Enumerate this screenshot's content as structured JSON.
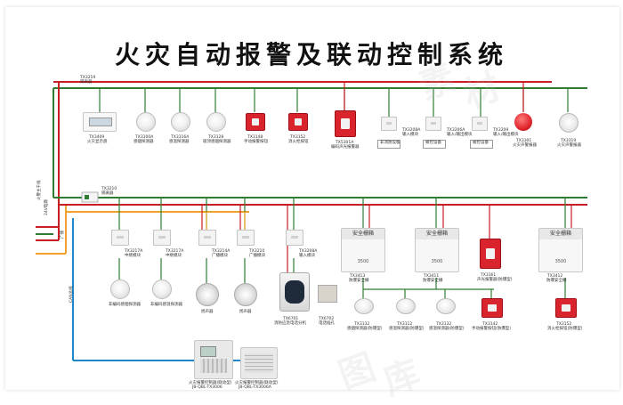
{
  "title": "火灾自动报警及联动控制系统",
  "bus": {
    "top_code": "TX3219",
    "top_name": "隔离器",
    "mid_code": "TX3210",
    "mid_name": "隔离器"
  },
  "top_devices": [
    {
      "code": "TX3409",
      "name": "火灾显示盘"
    },
    {
      "code": "TX3100A",
      "name": "感烟探测器"
    },
    {
      "code": "TX3116A",
      "name": "感温探测器"
    },
    {
      "code": "TX3128",
      "name": "吸顶感烟探测器"
    },
    {
      "code": "TX3148",
      "name": "手动报警按钮"
    },
    {
      "code": "TX3152",
      "name": "消火栓按钮"
    },
    {
      "code": "TX5301A",
      "name": "编码声光报警器"
    },
    {
      "code": "",
      "name": "非消防设备"
    },
    {
      "code": "TX3208A",
      "name": "输入模块"
    },
    {
      "code": "",
      "name": "被控设备"
    },
    {
      "code": "TX3206A",
      "name": "输入/输出模块"
    },
    {
      "code": "",
      "name": "被控设备"
    },
    {
      "code": "TX3209",
      "name": "输入/输出模块"
    },
    {
      "code": "TX3301",
      "name": "火灾声警报器"
    },
    {
      "code": "TX3319",
      "name": "火灾声警报器"
    }
  ],
  "left_labels": [
    "火警主干线",
    "24V电源",
    "广播",
    "CAN总线"
  ],
  "lower_modules": [
    {
      "code": "TX3217A",
      "name": "中继模块"
    },
    {
      "code": "TX3217A",
      "name": "中继模块"
    },
    {
      "code": "TX3214A",
      "name": "广播模块"
    },
    {
      "code": "TX3210",
      "name": "广播模块"
    },
    {
      "code": "TX3208A",
      "name": "输入模块"
    }
  ],
  "lower_devices": [
    {
      "code": "",
      "name": "非编码感烟探测器"
    },
    {
      "code": "",
      "name": "非编码感温探测器"
    },
    {
      "code": "",
      "name": "扬声器"
    },
    {
      "code": "",
      "name": "扬声器"
    },
    {
      "code": "TX6701",
      "name": "消防应急电话分机"
    },
    {
      "code": "TX6702",
      "name": "电话插孔"
    }
  ],
  "safety_boxes": [
    {
      "head": "安全栅箱",
      "sub": "3500",
      "code": "TX3413",
      "name": "防爆安全栅"
    },
    {
      "head": "安全栅箱",
      "sub": "3500",
      "code": "TX3411",
      "name": "防爆安全栅"
    },
    {
      "head": "安全栅箱",
      "sub": "3500",
      "code": "TX3412",
      "name": "防爆安全栅"
    }
  ],
  "ex_devices": [
    {
      "code": "TX3132",
      "name": "感烟探测器(防爆型)"
    },
    {
      "code": "TX3112",
      "name": "感温探测器(防爆型)"
    },
    {
      "code": "TX3132",
      "name": "感温探测器(防爆型)"
    },
    {
      "code": "TX3142",
      "name": "手动报警按钮(防爆型)"
    },
    {
      "code": "TX3161",
      "name": "声光报警器(防爆型)"
    },
    {
      "code": "TX3152",
      "name": "消火栓按钮(防爆型)"
    }
  ],
  "controllers": [
    {
      "name": "火灾报警控制器(联动型)",
      "model": "JB-QBL-TX3006"
    },
    {
      "name": "火灾报警控制器(联动型)",
      "model": "JB-QBL-TX3006A"
    }
  ],
  "watermark": [
    "素",
    "材",
    "图",
    "库"
  ]
}
